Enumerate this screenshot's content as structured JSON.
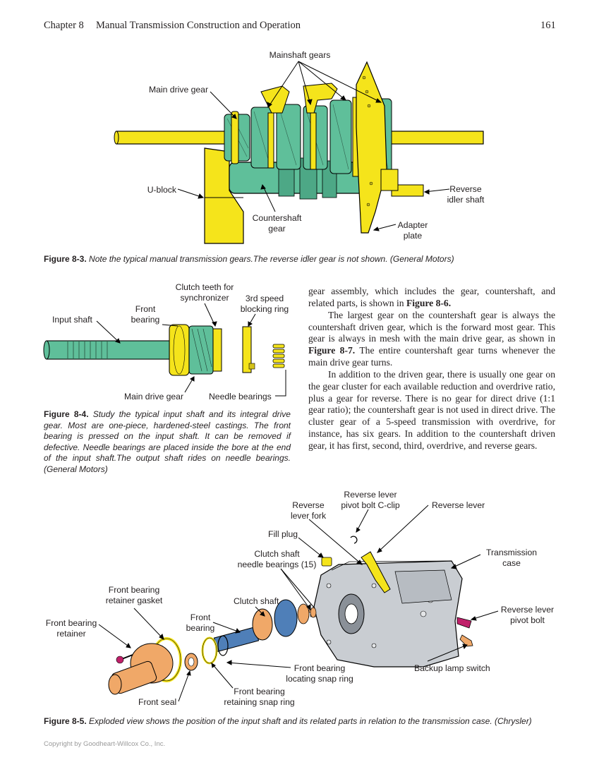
{
  "header": {
    "chapter": "Chapter 8",
    "title": "Manual Transmission Construction and Operation",
    "page_number": "161"
  },
  "figure_8_3": {
    "labels": {
      "mainshaft_gears": "Mainshaft gears",
      "main_drive_gear": "Main drive gear",
      "u_block": "U-block",
      "countershaft_gear_1": "Countershaft",
      "countershaft_gear_2": "gear",
      "reverse_idler_1": "Reverse",
      "reverse_idler_2": "idler shaft",
      "adapter_plate_1": "Adapter",
      "adapter_plate_2": "plate"
    },
    "caption_label": "Figure 8-3.",
    "caption_text": "Note the typical manual transmission gears.The reverse idler gear is not shown. (General Motors)"
  },
  "figure_8_4": {
    "labels": {
      "clutch_teeth_1": "Clutch teeth for",
      "clutch_teeth_2": "synchronizer",
      "third_speed_1": "3rd speed",
      "third_speed_2": "blocking ring",
      "front_bearing_1": "Front",
      "front_bearing_2": "bearing",
      "input_shaft": "Input shaft",
      "main_drive_gear": "Main drive gear",
      "needle_bearings": "Needle bearings"
    },
    "caption_label": "Figure 8-4.",
    "caption_text": "Study the typical input shaft and its integral drive gear. Most are one-piece, hardened-steel castings. The front bearing is pressed on the input shaft. It can be removed if defective. Needle bearings are placed inside the bore at the end of the input shaft.The output shaft rides on needle bearings. (General Motors)"
  },
  "body": {
    "p1_a": "gear assembly, which includes the gear, countershaft, and related parts, is shown in ",
    "p1_ref": "Figure 8-6.",
    "p2_a": "The largest gear on the countershaft gear is always the countershaft driven gear, which is the forward most gear. This gear is always in mesh with the main drive gear, as shown in ",
    "p2_ref": "Figure 8-7.",
    "p2_b": " The entire countershaft gear turns whenever the main drive gear turns.",
    "p3": "In addition to the driven gear, there is usually one gear on the gear cluster for each available reduction and overdrive ratio, plus a gear for reverse. There is no gear for direct drive (1:1 gear ratio); the countershaft gear is not used in direct drive. The cluster gear of a 5-speed transmission with overdrive, for instance, has six gears. In addition to the countershaft driven gear, it has first, second, third, overdrive, and reverse gears."
  },
  "figure_8_5": {
    "labels": {
      "reverse_lever_fork_1": "Reverse",
      "reverse_lever_fork_2": "lever fork",
      "reverse_pivot_clip_1": "Reverse lever",
      "reverse_pivot_clip_2": "pivot bolt C-clip",
      "reverse_lever": "Reverse lever",
      "fill_plug": "Fill plug",
      "clutch_needle_1": "Clutch shaft",
      "clutch_needle_2": "needle bearings (15)",
      "transmission_case_1": "Transmission",
      "transmission_case_2": "case",
      "front_gasket_1": "Front bearing",
      "front_gasket_2": "retainer gasket",
      "clutch_shaft": "Clutch shaft",
      "reverse_pivot_bolt_1": "Reverse lever",
      "reverse_pivot_bolt_2": "pivot bolt",
      "front_bearing_retainer_1": "Front bearing",
      "front_bearing_retainer_2": "retainer",
      "front_bearing_1": "Front",
      "front_bearing_2": "bearing",
      "locating_snap_1": "Front bearing",
      "locating_snap_2": "locating snap ring",
      "backup_lamp": "Backup lamp switch",
      "retaining_snap_1": "Front bearing",
      "retaining_snap_2": "retaining snap ring",
      "front_seal": "Front seal"
    },
    "caption_label": "Figure 8-5.",
    "caption_text": "Exploded view shows the position of the input shaft and its related parts in relation to the transmission case. (Chrysler)"
  },
  "footer": {
    "copyright": "Copyright by Goodheart-Willcox Co., Inc."
  },
  "colors": {
    "yellow": "#f5e41b",
    "green": "#5fbf9a",
    "orange": "#f0a868",
    "blue": "#4f7fb8",
    "case_gray": "#c9cdd2",
    "magenta": "#c0206a"
  }
}
